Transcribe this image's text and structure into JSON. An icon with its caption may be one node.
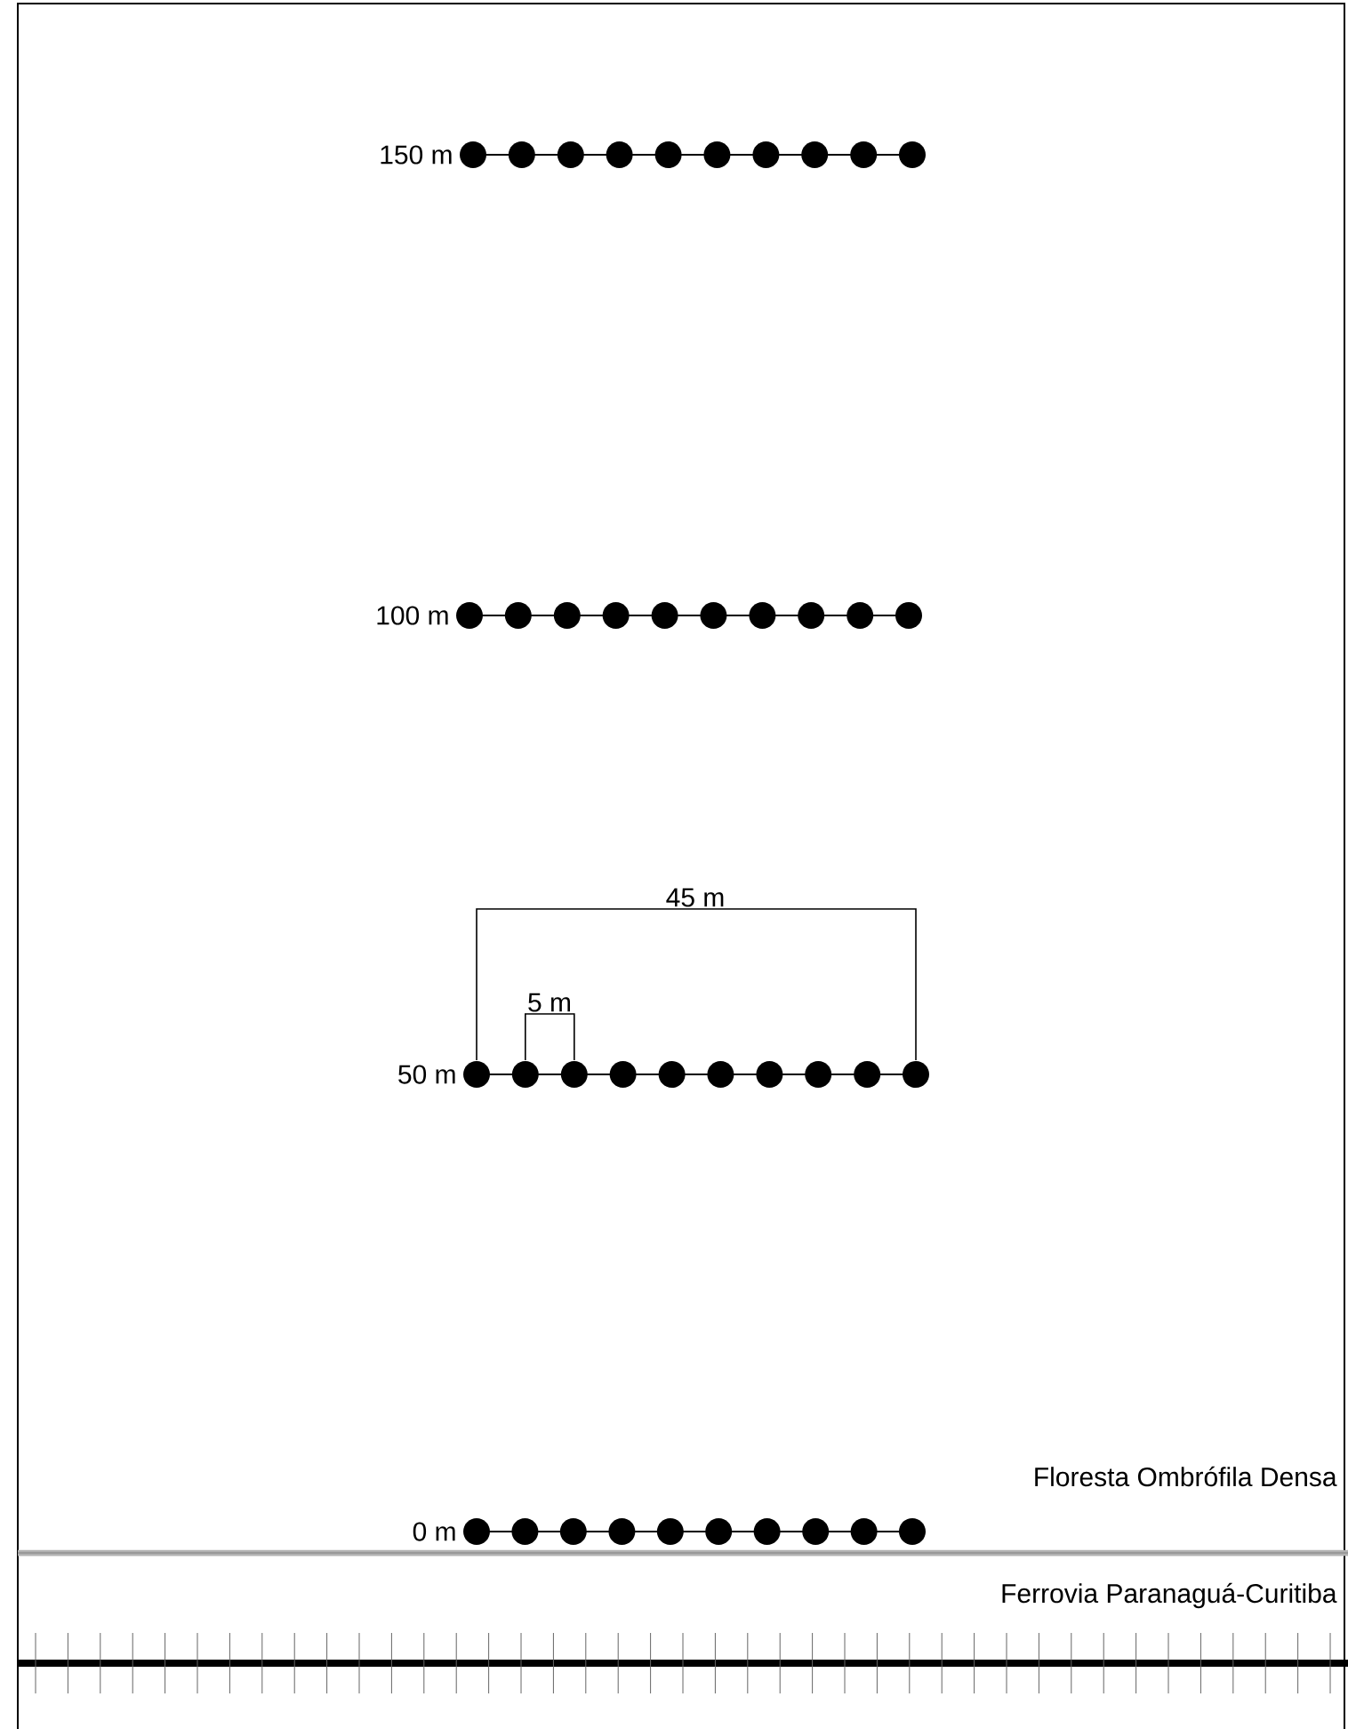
{
  "diagram": {
    "labels": [
      "150 m",
      "100 m",
      "45 m",
      "5 m",
      "50 m",
      "Floresta Ombrófila Densa",
      "0 m",
      "Ferrovia Paranaguá-Curitiba"
    ]
  }
}
